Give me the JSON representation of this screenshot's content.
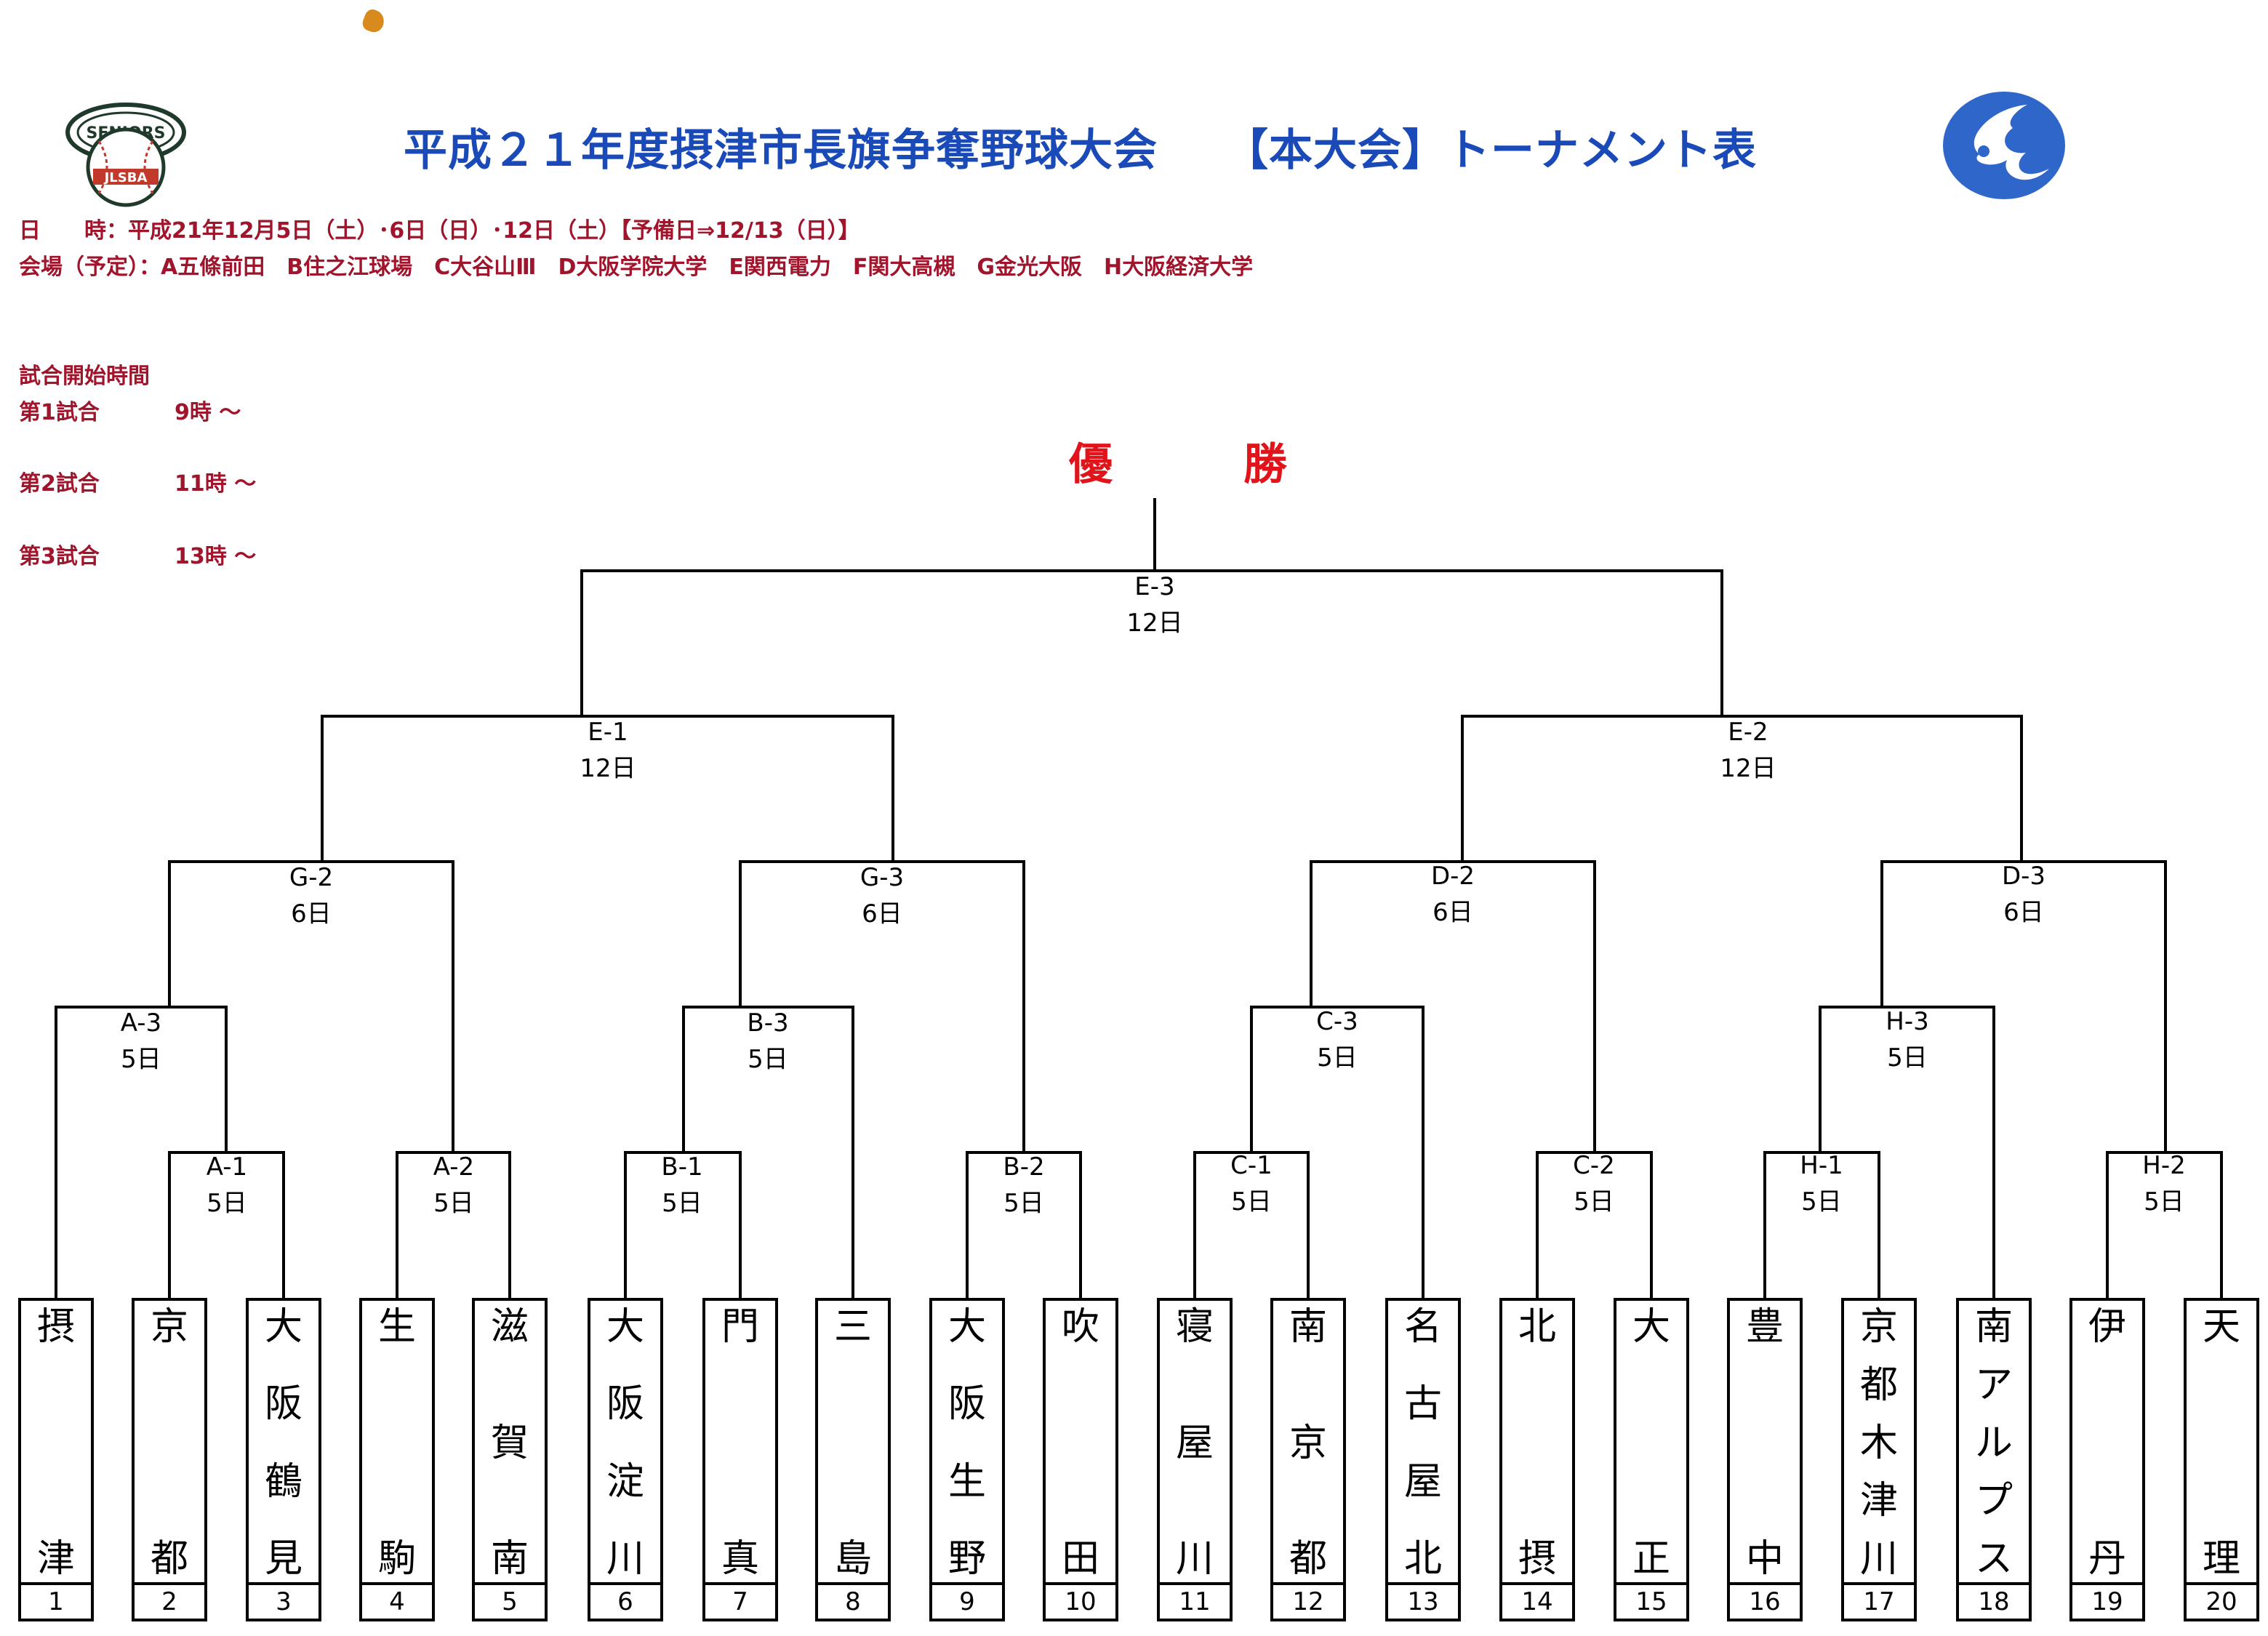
{
  "header": {
    "title": "平成２１年度摂津市長旗争奪野球大会　　【本大会】トーナメント表",
    "date_line": "日　　時：平成21年12月5日（土）･6日（日）･12日（土）【予備日⇒12/13（日）】",
    "venue_line": "会場（予定）：A五條前田　B住之江球場　C大谷山Ⅲ　D大阪学院大学　E関西電力　F関大高槻　G金光大阪　H大阪経済大学"
  },
  "logos": {
    "left_ring_text_top": "SENIORS",
    "left_ring_text_bottom": "JLSBA"
  },
  "start_times": {
    "heading": "試合開始時間",
    "games": [
      {
        "label": "第1試合",
        "time": "9時 ～"
      },
      {
        "label": "第2試合",
        "time": "11時 ～"
      },
      {
        "label": "第3試合",
        "time": "13時 ～"
      }
    ]
  },
  "champion_label": "優　勝",
  "colors": {
    "title": "#1a49b8",
    "info_text": "#a0142c",
    "champion": "#e0141a",
    "lines": "#000000"
  },
  "matches": {
    "E3": {
      "code": "E-3",
      "day": "12日"
    },
    "E1": {
      "code": "E-1",
      "day": "12日"
    },
    "E2": {
      "code": "E-2",
      "day": "12日"
    },
    "G2": {
      "code": "G-2",
      "day": "6日"
    },
    "G3": {
      "code": "G-3",
      "day": "6日"
    },
    "D2": {
      "code": "D-2",
      "day": "6日"
    },
    "D3": {
      "code": "D-3",
      "day": "6日"
    },
    "A3": {
      "code": "A-3",
      "day": "5日"
    },
    "B3": {
      "code": "B-3",
      "day": "5日"
    },
    "C3": {
      "code": "C-3",
      "day": "5日"
    },
    "H3": {
      "code": "H-3",
      "day": "5日"
    },
    "A1": {
      "code": "A-1",
      "day": "5日"
    },
    "A2": {
      "code": "A-2",
      "day": "5日"
    },
    "B1": {
      "code": "B-1",
      "day": "5日"
    },
    "B2": {
      "code": "B-2",
      "day": "5日"
    },
    "C1": {
      "code": "C-1",
      "day": "5日"
    },
    "C2": {
      "code": "C-2",
      "day": "5日"
    },
    "H1": {
      "code": "H-1",
      "day": "5日"
    },
    "H2": {
      "code": "H-2",
      "day": "5日"
    }
  },
  "teams": [
    {
      "name": "摂津",
      "number": "1"
    },
    {
      "name": "京都",
      "number": "2"
    },
    {
      "name": "大阪鶴見",
      "number": "3"
    },
    {
      "name": "生駒",
      "number": "4"
    },
    {
      "name": "滋賀南",
      "number": "5"
    },
    {
      "name": "大阪淀川",
      "number": "6"
    },
    {
      "name": "門真",
      "number": "7"
    },
    {
      "name": "三島",
      "number": "8"
    },
    {
      "name": "大阪生野",
      "number": "9"
    },
    {
      "name": "吹田",
      "number": "10"
    },
    {
      "name": "寝屋川",
      "number": "11"
    },
    {
      "name": "南京都",
      "number": "12"
    },
    {
      "name": "名古屋北",
      "number": "13"
    },
    {
      "name": "北摂",
      "number": "14"
    },
    {
      "name": "大正",
      "number": "15"
    },
    {
      "name": "豊中",
      "number": "16"
    },
    {
      "name": "京都木津川",
      "number": "17"
    },
    {
      "name": "南アルプス",
      "number": "18"
    },
    {
      "name": "伊丹",
      "number": "19"
    },
    {
      "name": "天理",
      "number": "20"
    }
  ]
}
